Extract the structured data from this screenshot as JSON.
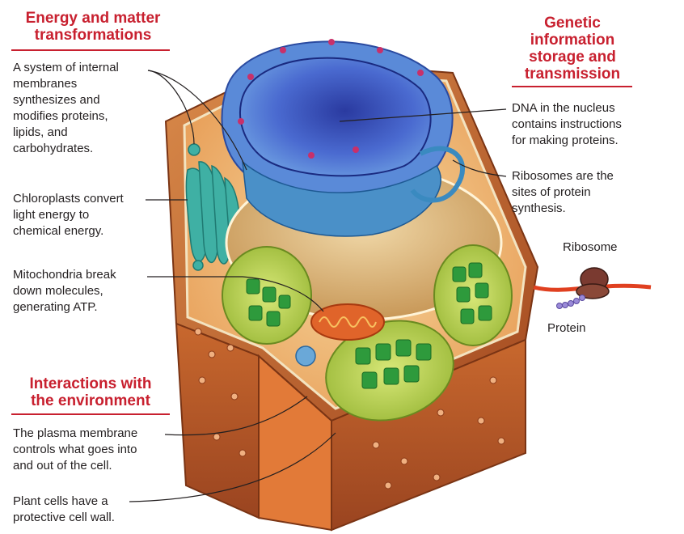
{
  "sections": {
    "energy": {
      "heading_line1": "Energy and matter",
      "heading_line2": "transformations"
    },
    "genetic": {
      "heading_line1": "Genetic",
      "heading_line2": "information",
      "heading_line3": "storage and",
      "heading_line4": "transmission"
    },
    "interactions": {
      "heading_line1": "Interactions with",
      "heading_line2": "the environment"
    }
  },
  "labels": {
    "endomembrane": [
      "A system of internal",
      "membranes",
      "synthesizes and",
      "modifies proteins,",
      "lipids, and",
      "carbohydrates."
    ],
    "chloroplasts": [
      "Chloroplasts convert",
      "light energy to",
      "chemical energy."
    ],
    "mitochondria": [
      "Mitochondria break",
      "down molecules,",
      "generating ATP."
    ],
    "dna": [
      "DNA in the nucleus",
      "contains instructions",
      "for making proteins."
    ],
    "ribosomes": [
      "Ribosomes are the",
      "sites of protein",
      "synthesis."
    ],
    "plasma_membrane": [
      "The plasma membrane",
      "controls what goes into",
      "and out of the cell."
    ],
    "cell_wall": [
      "Plant cells have a",
      "protective cell wall."
    ]
  },
  "inset": {
    "ribosome_label": "Ribosome",
    "protein_label": "Protein"
  },
  "colors": {
    "heading": "#c8202f",
    "cell_wall": "#b5582a",
    "nucleus": "#3a6fc4",
    "chloroplast": "#3aa84a",
    "golgi": "#3fb0a4",
    "mitochondrion": "#e0642a"
  }
}
